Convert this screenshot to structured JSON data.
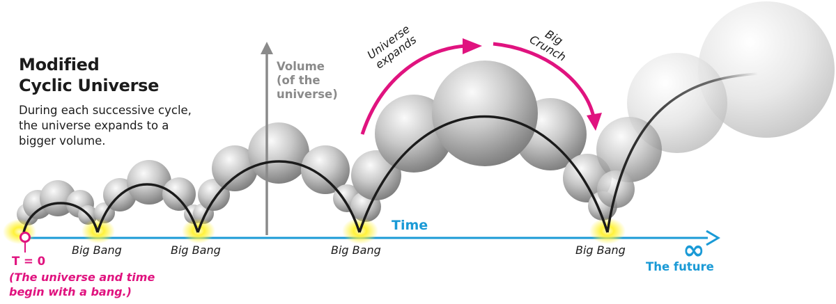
{
  "title": {
    "line1": "Modified",
    "line2": "Cyclic Universe"
  },
  "description": {
    "line1": "During each successive cycle,",
    "line2": "the universe expands to a",
    "line3": "bigger volume."
  },
  "axis": {
    "volume": {
      "line1": "Volume",
      "line2": "(of the",
      "line3": "universe)"
    },
    "time": "Time",
    "infinity": "∞",
    "future": "The future"
  },
  "start": {
    "label": "T = 0",
    "note_line1": "(The universe and time",
    "note_line2": "begin with a bang.)"
  },
  "big_bangs": [
    "Big Bang",
    "Big Bang",
    "Big Bang",
    "Big Bang"
  ],
  "annotations": {
    "expands_line1": "Universe",
    "expands_line2": "expands",
    "crunch_line1": "Big",
    "crunch_line2": "Crunch"
  },
  "colors": {
    "accent_magenta": "#e0137f",
    "axis_blue": "#1a9ad6",
    "arc_black": "#1b1b1b",
    "bang_yellow": "#fff23a",
    "volume_gray": "#8a8a8a"
  }
}
